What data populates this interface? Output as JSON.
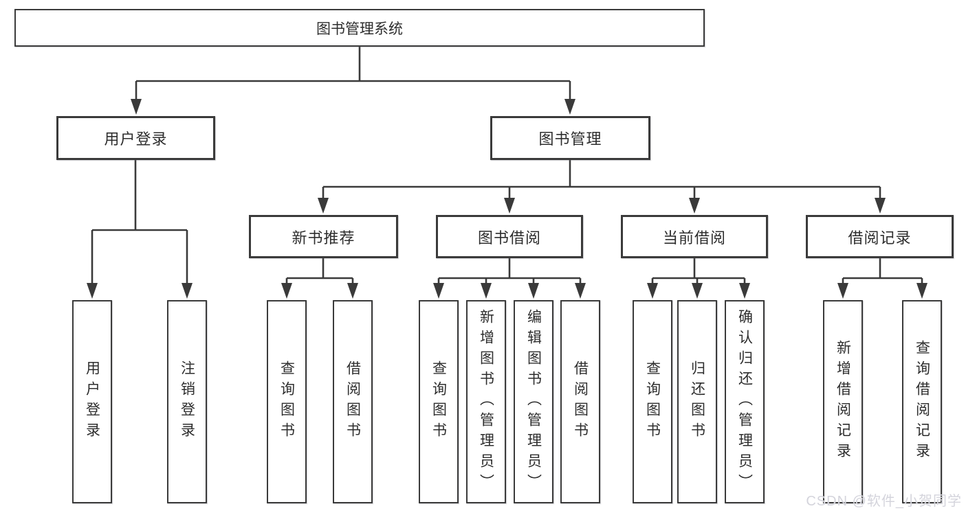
{
  "diagram": {
    "type": "tree",
    "colors": {
      "line": "#3a3a3a",
      "box_border": "#3a3a3a",
      "background": "#ffffff",
      "text": "#2d2d2d",
      "watermark": "#d4d4dc"
    },
    "watermark": "CSDN @软件_小贺同学",
    "tree": {
      "label": "图书管理系统",
      "children": [
        {
          "label": "用户登录",
          "children": [
            {
              "label": "用户登录"
            },
            {
              "label": "注销登录"
            }
          ]
        },
        {
          "label": "图书管理",
          "children": [
            {
              "label": "新书推荐",
              "children": [
                {
                  "label": "查询图书"
                },
                {
                  "label": "借阅图书"
                }
              ]
            },
            {
              "label": "图书借阅",
              "children": [
                {
                  "label": "查询图书"
                },
                {
                  "label": "新增图书（管理员）"
                },
                {
                  "label": "编辑图书（管理员）"
                },
                {
                  "label": "借阅图书"
                }
              ]
            },
            {
              "label": "当前借阅",
              "children": [
                {
                  "label": "查询图书"
                },
                {
                  "label": "归还图书"
                },
                {
                  "label": "确认归还（管理员）"
                }
              ]
            },
            {
              "label": "借阅记录",
              "children": [
                {
                  "label": "新增借阅记录"
                },
                {
                  "label": "查询借阅记录"
                }
              ]
            }
          ]
        }
      ]
    }
  }
}
